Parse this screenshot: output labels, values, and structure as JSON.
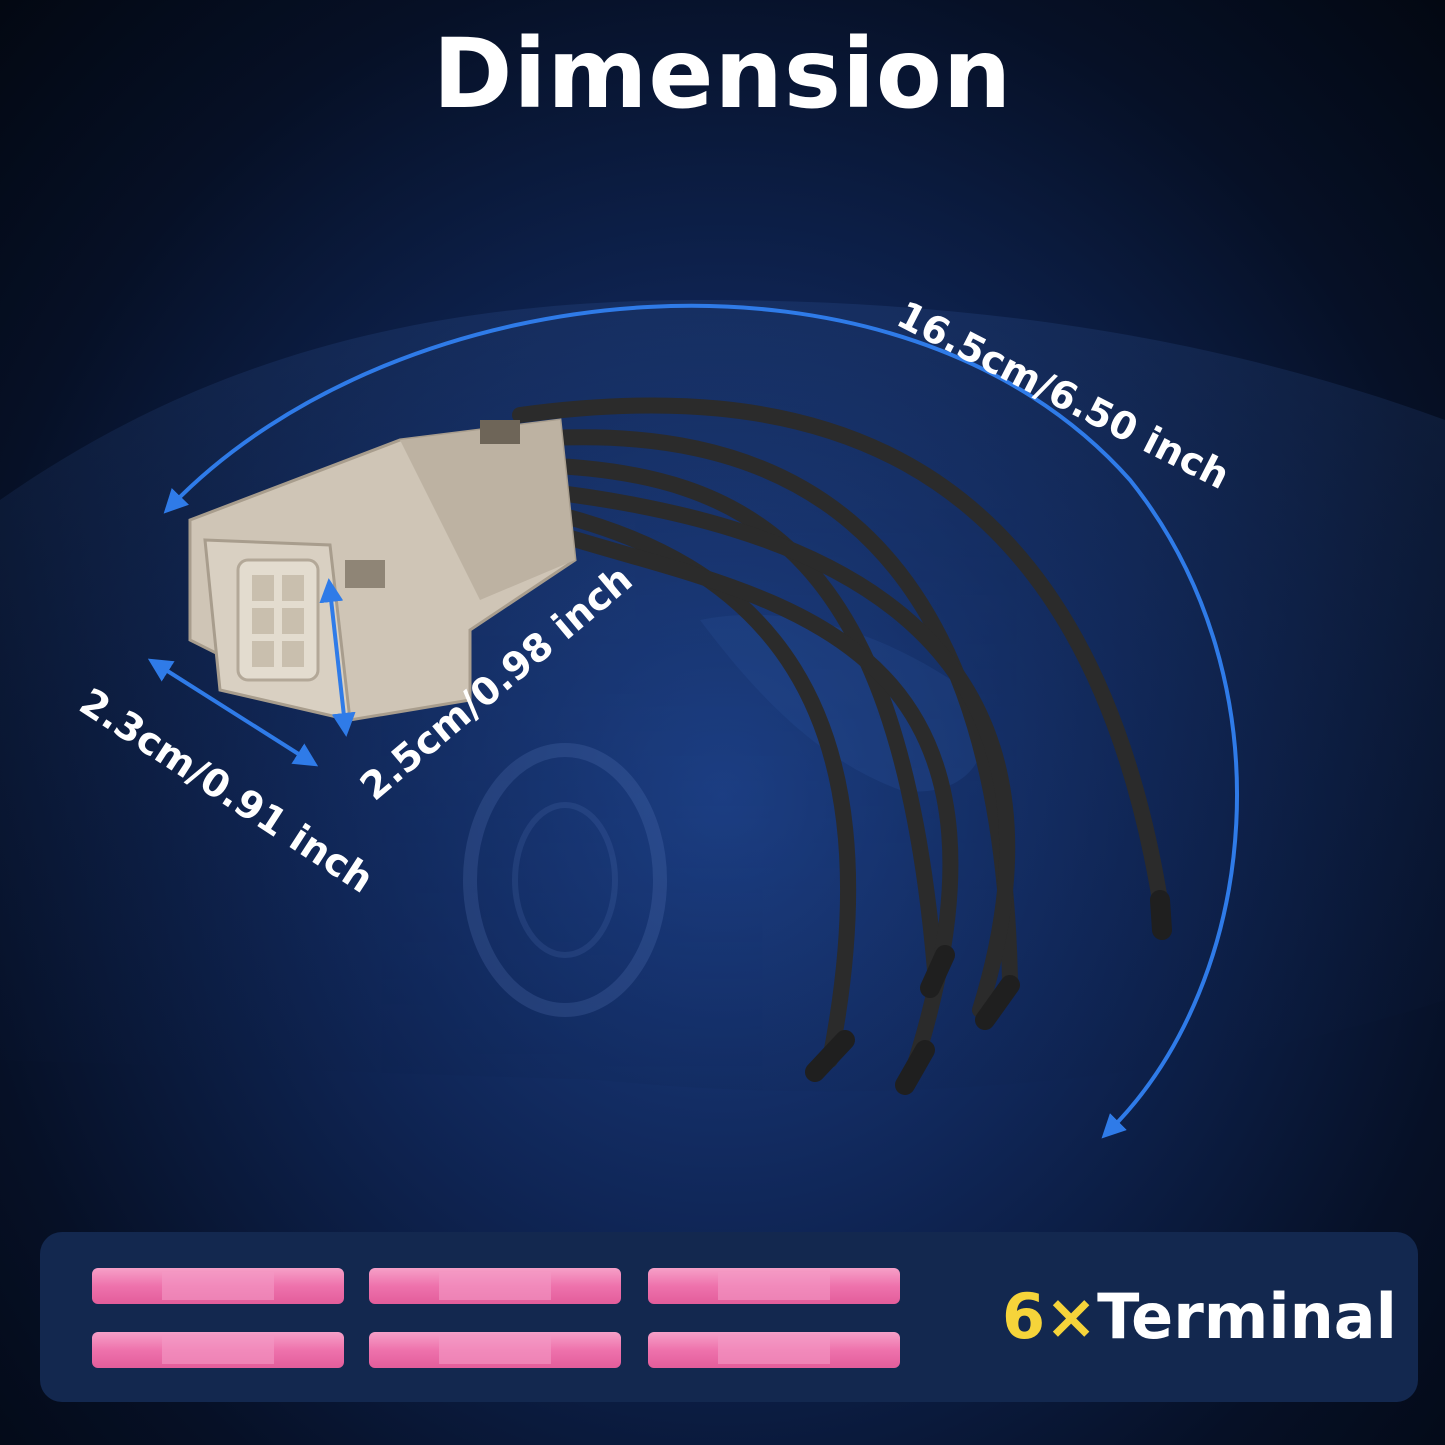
{
  "header": {
    "title": "Dimension"
  },
  "dimensions": {
    "length": "16.5cm/6.50 inch",
    "height": "2.5cm/0.98 inch",
    "width": "2.3cm/0.91 inch"
  },
  "terminals": {
    "count": "6",
    "times": "×",
    "label": "Terminal",
    "color": "#f07bb0"
  },
  "colors": {
    "arrow": "#2f7be8",
    "connector": "#cfc5b6",
    "wire": "#2b2b2b"
  }
}
